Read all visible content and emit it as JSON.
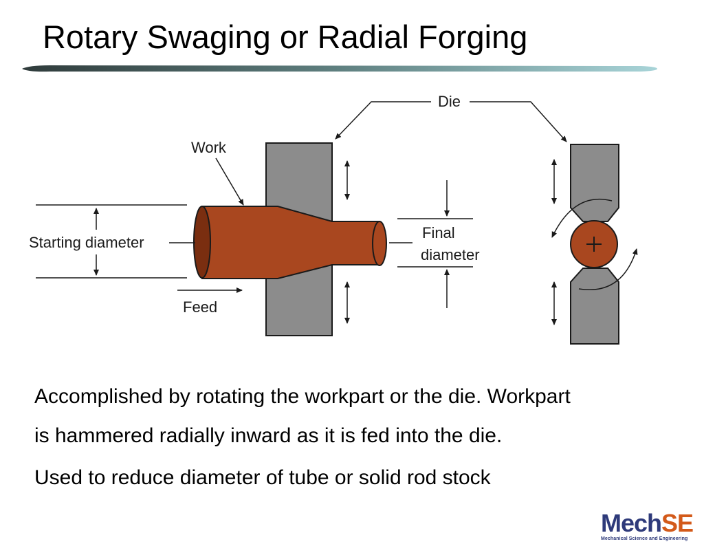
{
  "slide": {
    "title": "Rotary Swaging or Radial Forging"
  },
  "diagram": {
    "labels": {
      "die": "Die",
      "work": "Work",
      "starting_diameter": "Starting diameter",
      "feed": "Feed",
      "final_diameter_line1": "Final",
      "final_diameter_line2": "diameter"
    },
    "colors": {
      "die_fill": "#8c8c8c",
      "work_fill": "#a9471f",
      "work_dark": "#7a2e10",
      "line": "#1a1a1a"
    }
  },
  "body": {
    "line1": "Accomplished by rotating the workpart or the die.  Workpart",
    "line2": "is hammered radially inward as it is fed into the die.",
    "line3": "Used to reduce diameter of tube or solid rod stock"
  },
  "logo": {
    "word_part1": "Mech",
    "word_part2": "SE",
    "tagline": "Mechanical Science and Engineering",
    "colors": {
      "primary": "#2e3a7a",
      "accent": "#d35a1a"
    }
  },
  "theme": {
    "rule_gradient": [
      "#3d4a4a",
      "#9cc8cc"
    ]
  }
}
